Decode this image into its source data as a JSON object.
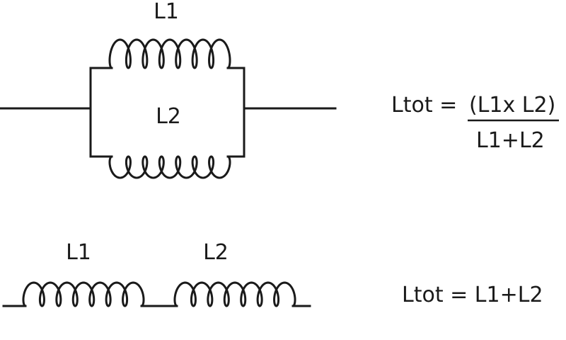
{
  "parallel": {
    "top_label": "L1",
    "bottom_label": "L2",
    "formula": {
      "lhs": "Ltot =",
      "numerator": "(L1x L2)",
      "denominator": "L1+L2"
    }
  },
  "series": {
    "left_label": "L1",
    "right_label": "L2",
    "formula": "Ltot = L1+L2"
  }
}
